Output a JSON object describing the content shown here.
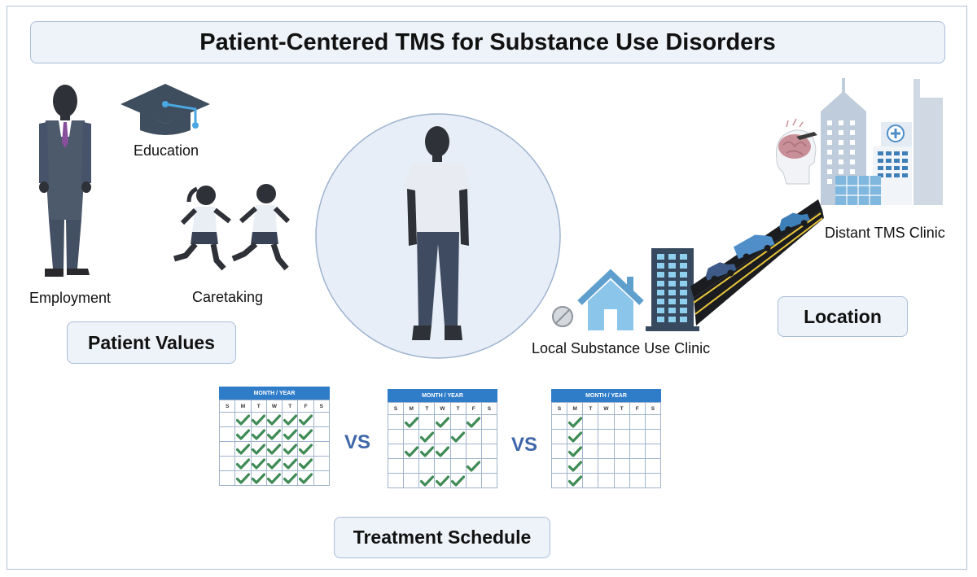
{
  "title": "Patient-Centered TMS for Substance Use Disorders",
  "labels": {
    "education": "Education",
    "employment": "Employment",
    "caretaking": "Caretaking",
    "patient_values": "Patient Values",
    "local_clinic": "Local Substance Use Clinic",
    "distant_clinic": "Distant TMS Clinic",
    "location": "Location",
    "treatment_schedule": "Treatment Schedule",
    "vs": "VS"
  },
  "calendar": {
    "header": "MONTH / YEAR",
    "days": [
      "S",
      "M",
      "T",
      "W",
      "T",
      "F",
      "S"
    ]
  },
  "calendars": [
    {
      "checks": [
        [
          1,
          2,
          3,
          4,
          5
        ],
        [
          1,
          2,
          3,
          4,
          5
        ],
        [
          1,
          2,
          3,
          4,
          5
        ],
        [
          1,
          2,
          3,
          4,
          5
        ],
        [
          1,
          2,
          3,
          4,
          5
        ]
      ]
    },
    {
      "checks": [
        [
          1,
          3,
          5
        ],
        [
          2,
          4
        ],
        [
          1,
          2,
          3
        ],
        [
          5
        ],
        [
          2,
          3,
          4
        ]
      ]
    },
    {
      "checks": [
        [
          1
        ],
        [
          1
        ],
        [
          1
        ],
        [
          1
        ],
        [
          1
        ]
      ]
    }
  ],
  "colors": {
    "frame_border": "#b3c3d8",
    "box_fill": "#eef3fa",
    "box_border": "#a9bdd6",
    "calendar_header": "#2f7cc9",
    "check": "#3f8a55",
    "vs_text": "#3e66a8",
    "person_circle": "#e8eef7"
  },
  "icons": [
    "businessman-icon",
    "graduation-cap-icon",
    "running-children-icon",
    "person-silhouette-icon",
    "pill-icon",
    "house-icon",
    "clinic-building-icon",
    "road-icon",
    "car-icon",
    "hospital-icon",
    "tms-head-icon",
    "checkmark-icon"
  ]
}
